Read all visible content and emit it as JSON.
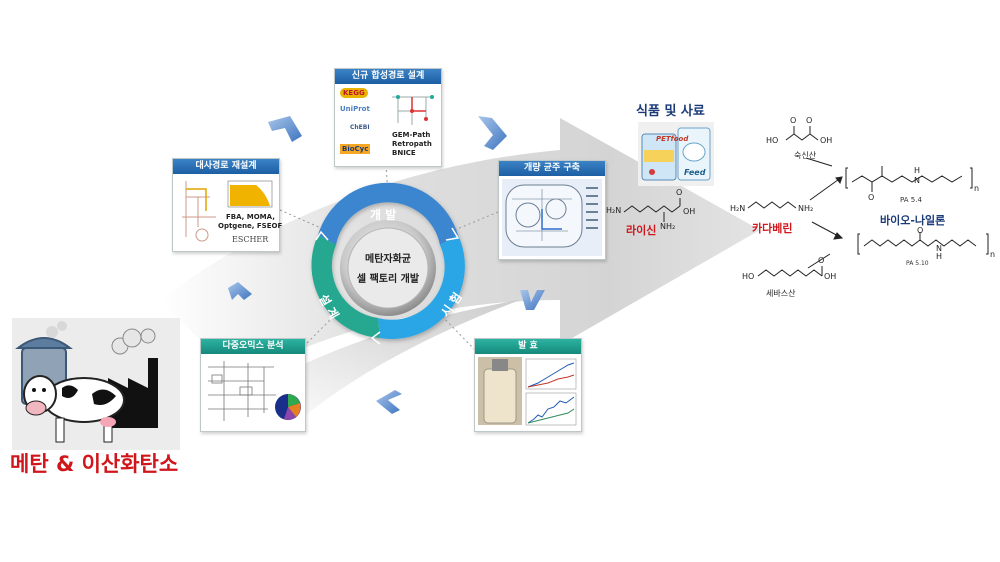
{
  "center": {
    "line1": "메탄자화균",
    "line2": "셀 팩토리 개발",
    "ring_top": "개 발",
    "ring_right": "시 험",
    "ring_left": "설 계"
  },
  "cards": {
    "new_pathway": {
      "title": "신규 합성경로 설계",
      "db": [
        "KEGG",
        "UniProt",
        "ChEBI",
        "BioCyc"
      ],
      "tools": [
        "GEM-Path",
        "Retropath",
        "BNICE"
      ]
    },
    "metabolic_redesign": {
      "title": "대사경로 재설계",
      "methods": [
        "FBA, MOMA,",
        "Optgene, FSEOF"
      ],
      "logo": "ESCHER"
    },
    "strain": {
      "title": "개량 균주 구축"
    },
    "fermentation": {
      "title": "발 효"
    },
    "multiomics": {
      "title": "다중오믹스 분석"
    }
  },
  "left_caption": "메탄 & 이산화탄소",
  "food_feed_title": "식품 및 사료",
  "product_labels": {
    "pet_food": "PETfood",
    "feed": "Feed"
  },
  "molecules": {
    "lysine": "라이신",
    "cadaverine": "카다베린",
    "succinic": "숙신산",
    "sebacic": "세바스산",
    "bio_nylon": "바이오-나일론",
    "pa54": "PA 5.4",
    "pa510": "PA 5.10",
    "h2n": "H₂N",
    "nh2": "NH₂",
    "oh": "OH",
    "ho": "HO",
    "o": "O",
    "h": "H",
    "n": "N",
    "sub_n": "n"
  },
  "colors": {
    "ring_blue": "#3a86cf",
    "ring_light_blue": "#2aa6e6",
    "ring_green": "#27a890",
    "red_label": "#d0161b",
    "arrow_gray": "#dcdcdc",
    "chevron_blue": "#6f9fd6"
  }
}
